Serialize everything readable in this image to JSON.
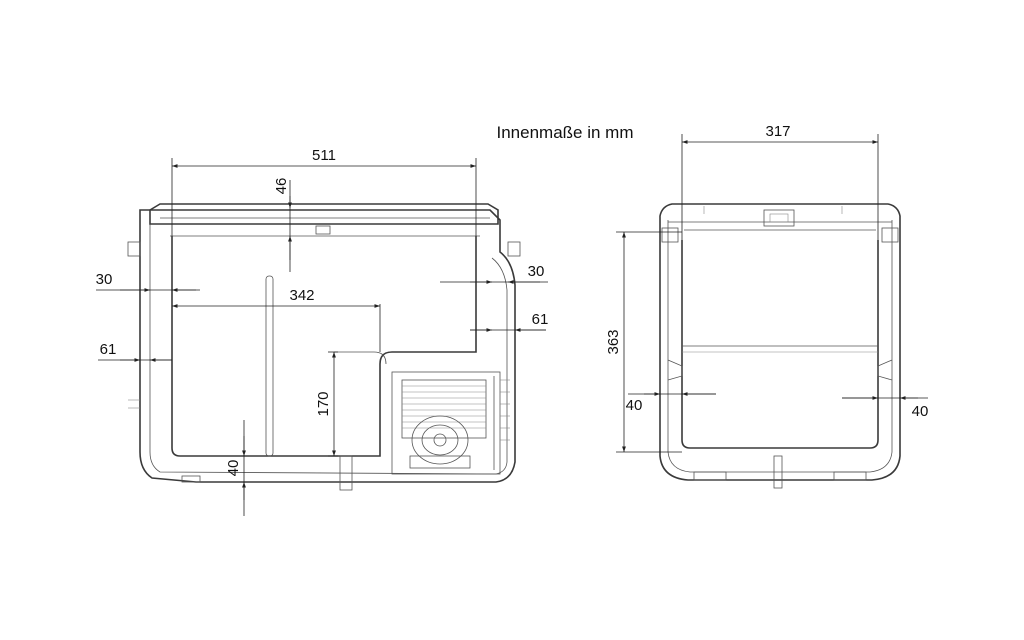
{
  "title": "Innenmaße in mm",
  "side_view": {
    "width_total": "511",
    "lid_depth": "46",
    "left_wall": "30",
    "right_wall": "30",
    "inner_length": "342",
    "left_lower_wall": "61",
    "right_lower_wall": "61",
    "step_height": "170",
    "floor": "40"
  },
  "front_view": {
    "width_total": "317",
    "height": "363",
    "left_wall": "40",
    "right_wall": "40"
  }
}
